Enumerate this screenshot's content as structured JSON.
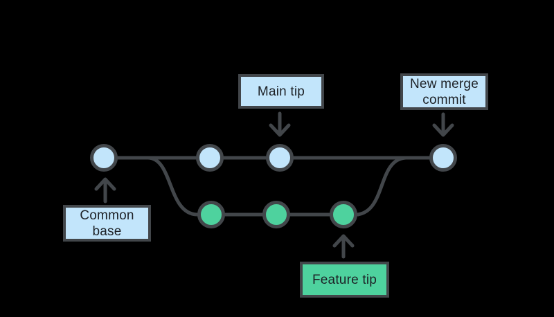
{
  "labels": {
    "main_tip": "Main tip",
    "new_merge_commit": "New merge commit",
    "common_base": "Common base",
    "feature_tip": "Feature tip"
  },
  "graph": {
    "branches": [
      {
        "name": "main",
        "commit_count": 4,
        "commit_color": "#c2e5fb"
      },
      {
        "name": "feature",
        "commit_count": 3,
        "commit_color": "#4ed29e"
      }
    ],
    "annotations": [
      {
        "label": "Common base",
        "arrow_direction": "up",
        "points_to": "first commit on main line"
      },
      {
        "label": "Main tip",
        "arrow_direction": "down",
        "points_to": "third commit on main line"
      },
      {
        "label": "Feature tip",
        "arrow_direction": "up",
        "points_to": "last commit on feature line"
      },
      {
        "label": "New merge commit",
        "arrow_direction": "down",
        "points_to": "merge commit at end of main line"
      }
    ]
  },
  "colors": {
    "background": "#000000",
    "commit_blue": "#c2e5fb",
    "commit_green": "#4ed29e",
    "line": "#42464a",
    "label_text": "#1d2126"
  }
}
